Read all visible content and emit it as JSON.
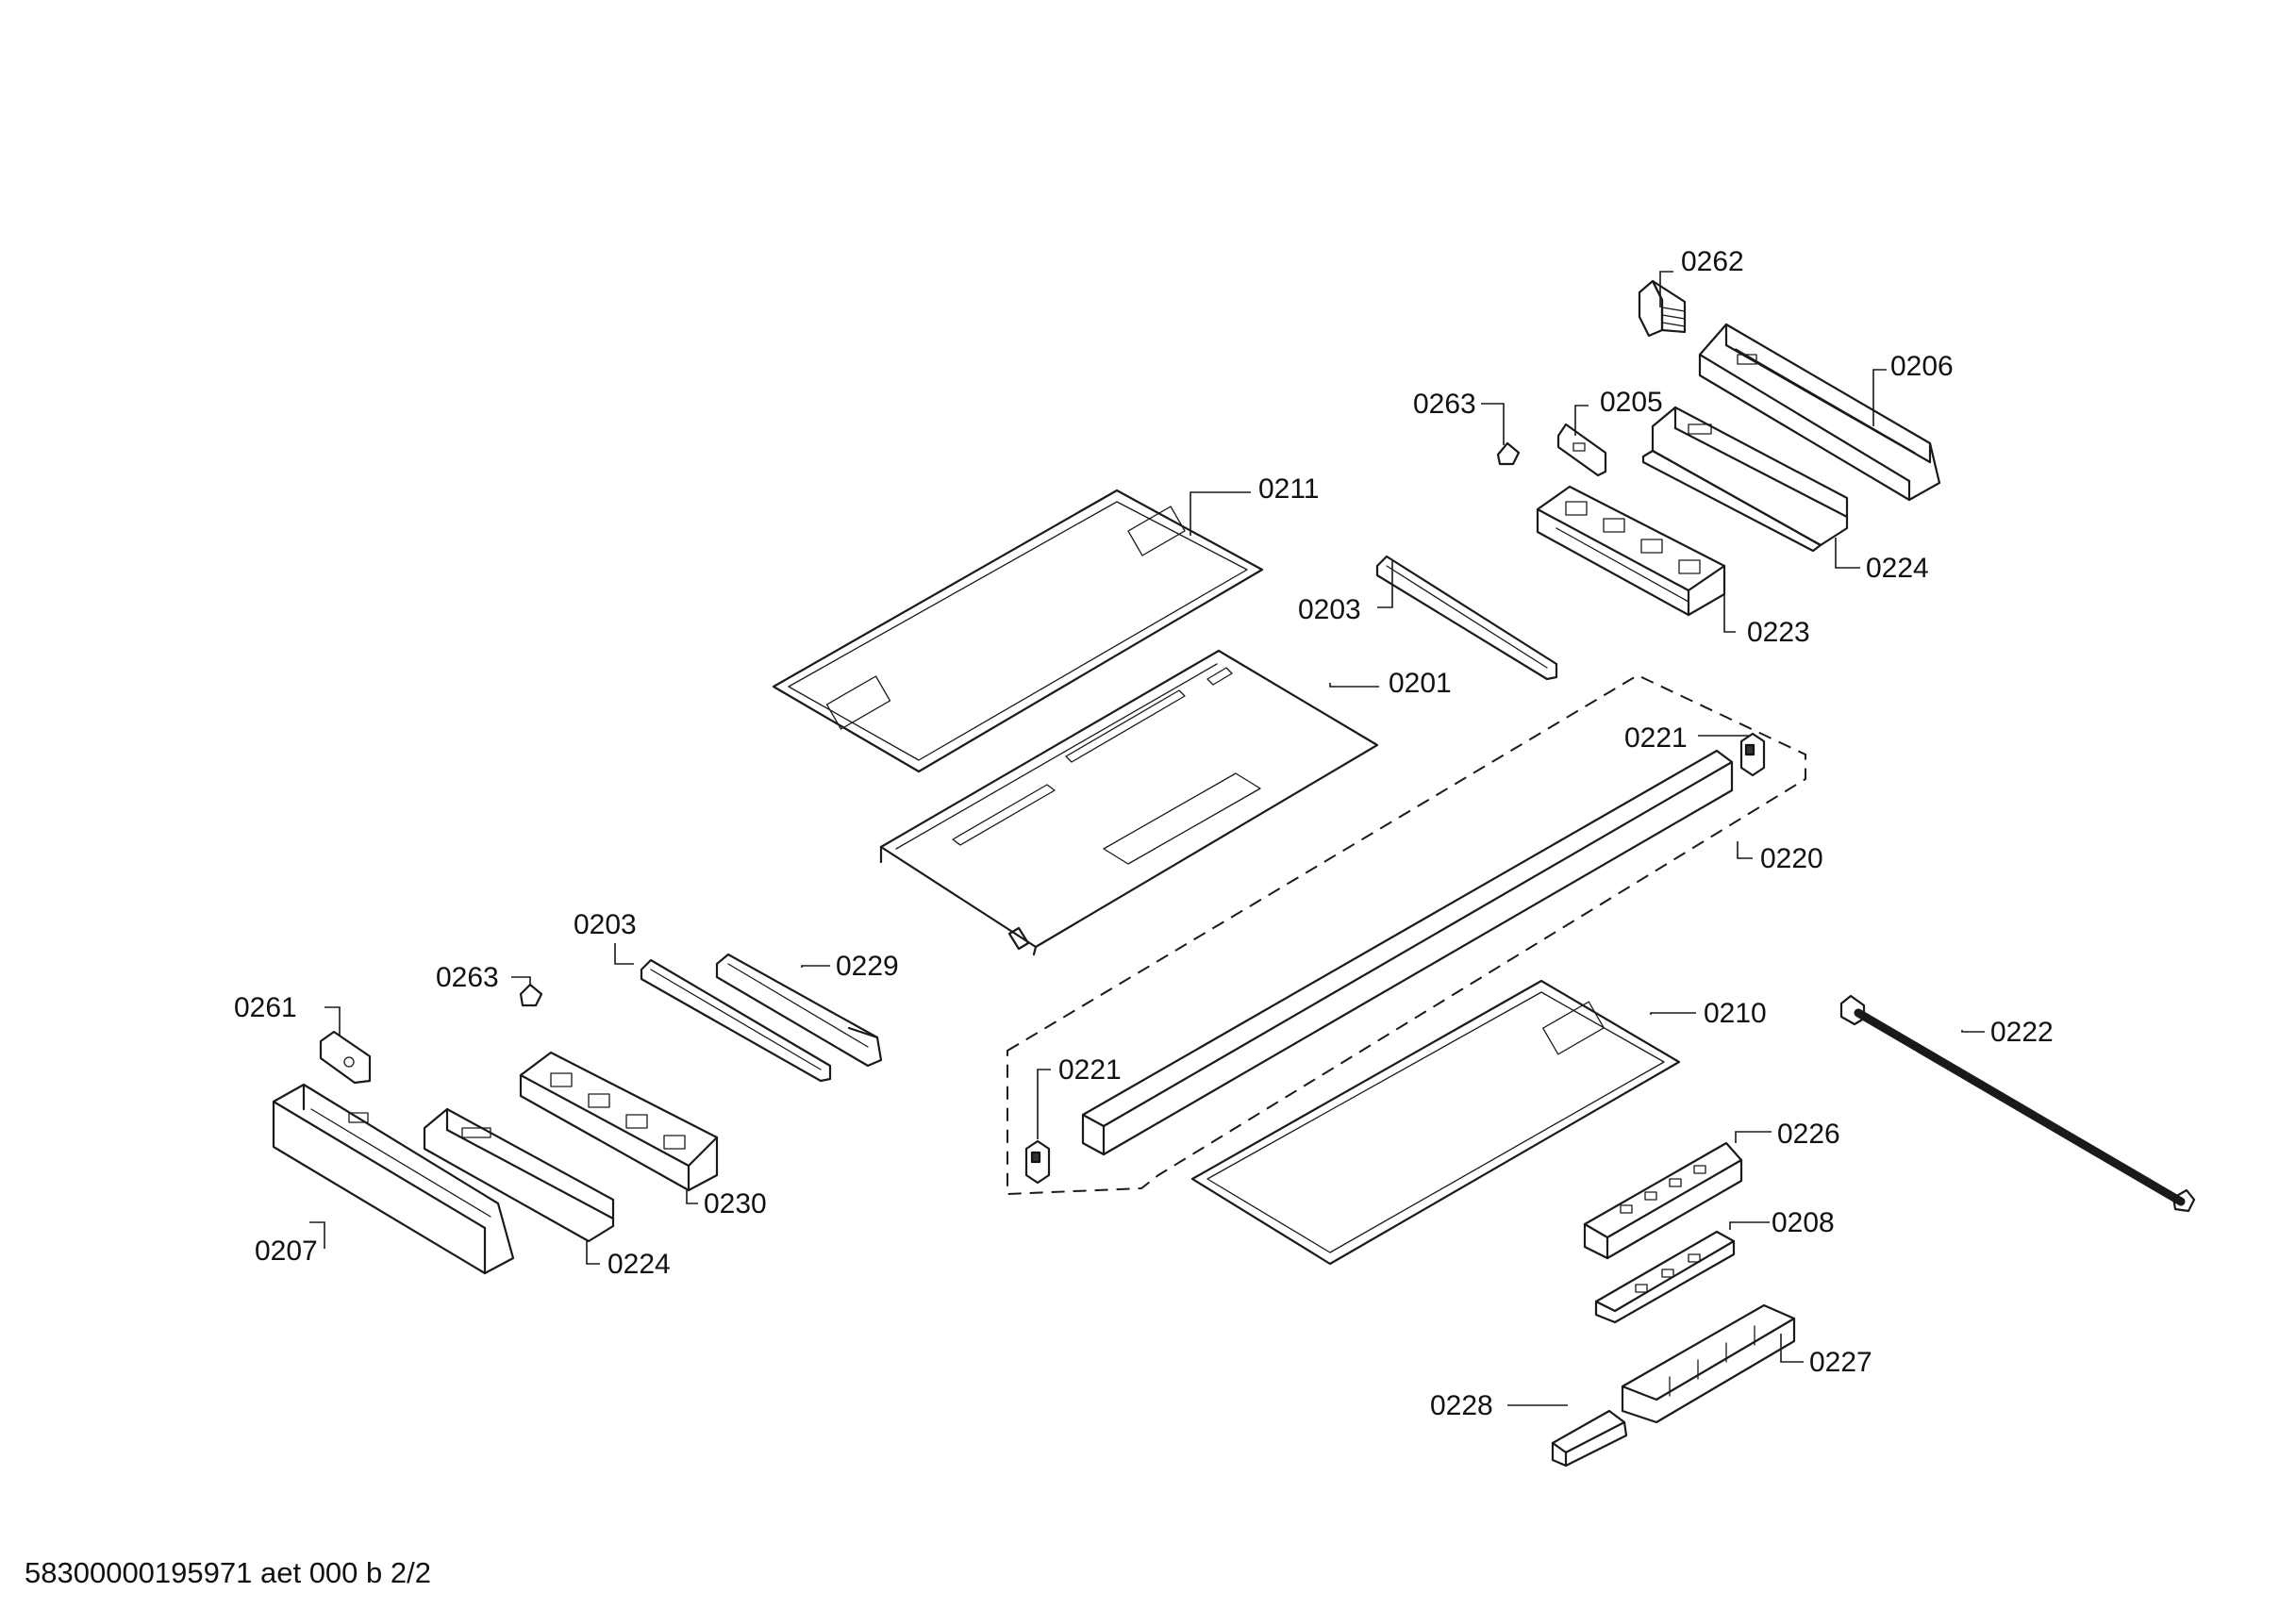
{
  "labels": {
    "l0262": "0262",
    "l0206": "0206",
    "l0263a": "0263",
    "l0205": "0205",
    "l0211": "0211",
    "l0224a": "0224",
    "l0203a": "0203",
    "l0223": "0223",
    "l0201": "0201",
    "l0221a": "0221",
    "l0220": "0220",
    "l0203b": "0203",
    "l0229": "0229",
    "l0263b": "0263",
    "l0261": "0261",
    "l0210": "0210",
    "l0222": "0222",
    "l0221b": "0221",
    "l0226": "0226",
    "l0230": "0230",
    "l0207": "0207",
    "l0224b": "0224",
    "l0208": "0208",
    "l0227": "0227",
    "l0228": "0228"
  },
  "footer": "58300000195971 aet 000 b 2/2"
}
